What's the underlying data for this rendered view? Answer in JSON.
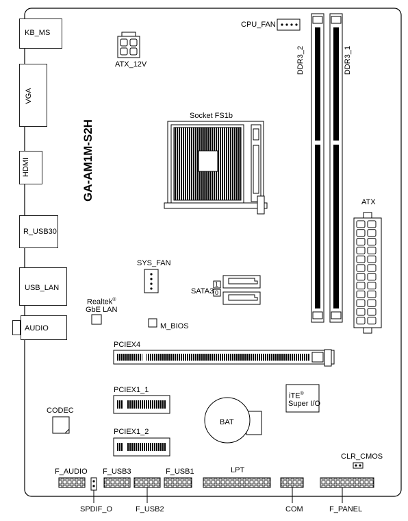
{
  "board_name": "GA-AM1M-S2H",
  "io": {
    "kb_ms": "KB_MS",
    "vga": "VGA",
    "hdmi": "HDMI",
    "r_usb30": "R_USB30",
    "usb_lan": "USB_LAN",
    "audio": "AUDIO"
  },
  "headers": {
    "cpu_fan": "CPU_FAN",
    "atx_12v": "ATX_12V",
    "socket": "Socket FS1b",
    "ddr3_2": "DDR3_2",
    "ddr3_1": "DDR3_1",
    "atx": "ATX",
    "sys_fan": "SYS_FAN",
    "realtek_a": "Realtek",
    "realtek_reg": "®",
    "realtek_b": "GbE LAN",
    "m_bios": "M_BIOS",
    "sata3": "SATA3",
    "sata_port1": "1",
    "sata_port0": "0",
    "pciex4": "PCIEX4",
    "pciex1_1": "PCIEX1_1",
    "pciex1_2": "PCIEX1_2",
    "ite_a": "iTE",
    "ite_reg": "®",
    "ite_b": "Super I/O",
    "codec": "CODEC",
    "bat": "BAT",
    "clr_cmos": "CLR_CMOS",
    "f_audio": "F_AUDIO",
    "f_usb3": "F_USB3",
    "f_usb1": "F_USB1",
    "lpt": "LPT",
    "spdif_o": "SPDIF_O",
    "f_usb2": "F_USB2",
    "com": "COM",
    "f_panel": "F_PANEL"
  }
}
